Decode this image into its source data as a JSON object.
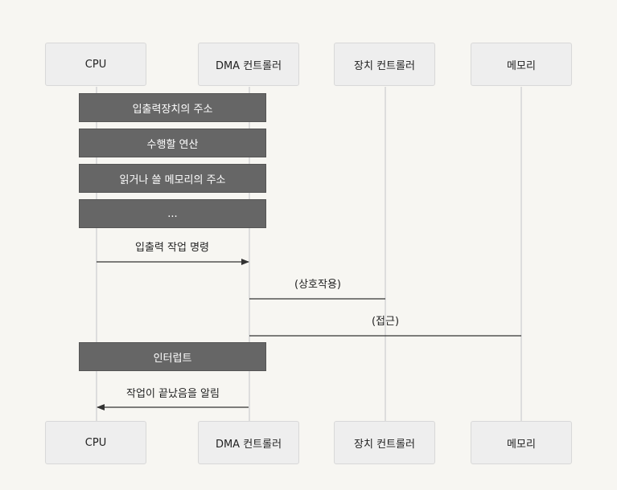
{
  "participants": {
    "top": [
      "CPU",
      "DMA 컨트롤러",
      "장치 컨트롤러",
      "메모리"
    ],
    "bottom": [
      "CPU",
      "DMA 컨트롤러",
      "장치 컨트롤러",
      "메모리"
    ]
  },
  "notes": [
    "입출력장치의 주소",
    "수행할 연산",
    "읽거나 쓸 메모리의 주소",
    "...",
    "인터럽트"
  ],
  "messages": [
    {
      "label": "입출력 작업 명령",
      "from": "CPU",
      "to": "DMA 컨트롤러",
      "arrow": true
    },
    {
      "label": "(상호작용)",
      "from": "DMA 컨트롤러",
      "to": "장치 컨트롤러",
      "arrow": false
    },
    {
      "label": "(접근)",
      "from": "DMA 컨트롤러",
      "to": "메모리",
      "arrow": false
    },
    {
      "label": "작업이 끝났음을 알림",
      "from": "DMA 컨트롤러",
      "to": "CPU",
      "arrow": true
    }
  ],
  "colors": {
    "note_bg": "#666666",
    "participant_bg": "#eeeeee",
    "line": "#333333",
    "lifeline": "#dddddd"
  }
}
